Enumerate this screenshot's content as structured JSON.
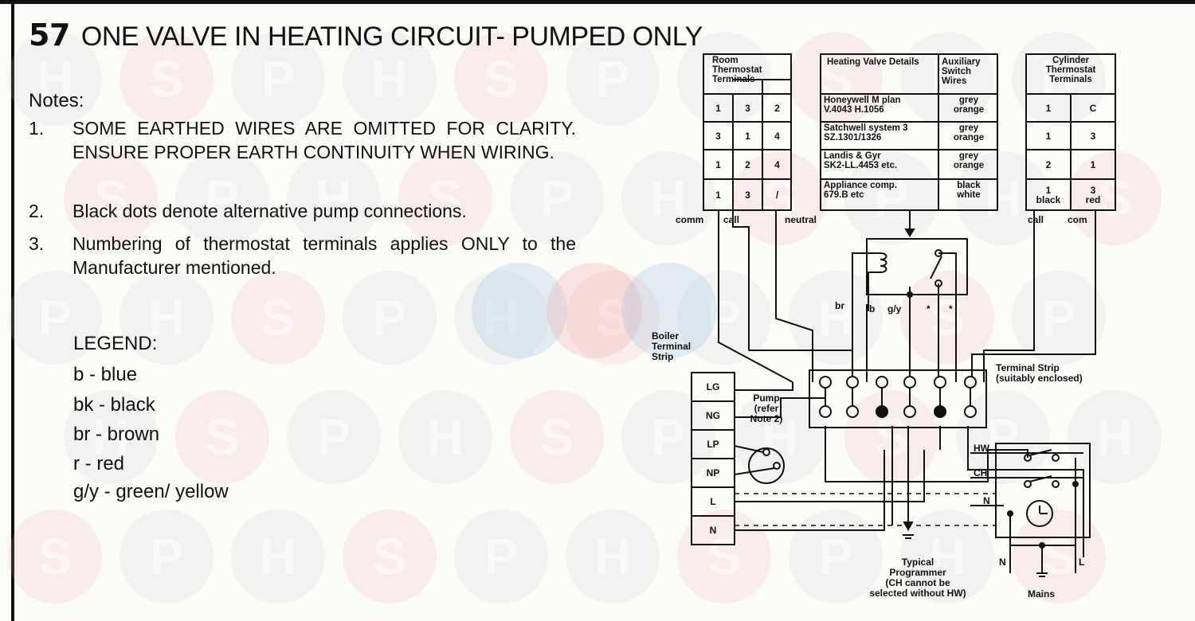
{
  "header": {
    "number": "57",
    "title": "ONE VALVE IN HEATING CIRCUIT- PUMPED ONLY"
  },
  "notes": {
    "heading": "Notes:",
    "items": [
      {
        "num": "1.",
        "text": "SOME EARTHED WIRES ARE OMITTED FOR CLARITY. ENSURE PROPER EARTH CONTINUITY WHEN WIRING."
      },
      {
        "num": "2.",
        "text": "Black dots denote alternative pump connections."
      },
      {
        "num": "3.",
        "text": "Numbering of thermostat terminals applies ONLY to the Manufacturer mentioned."
      }
    ]
  },
  "legend": {
    "heading": "LEGEND:",
    "items": [
      "b - blue",
      "bk - black",
      "br - brown",
      "r - red",
      "g/y - green/ yellow"
    ]
  },
  "watermark": {
    "letters": [
      "H",
      "S",
      "P"
    ]
  },
  "diagram": {
    "room_thermostat": {
      "header": [
        "Room",
        "Thermostat",
        "Terminals"
      ],
      "rows": [
        [
          "1",
          "3",
          "2"
        ],
        [
          "3",
          "1",
          "4"
        ],
        [
          "1",
          "2",
          "4"
        ],
        [
          "1",
          "3",
          "/"
        ]
      ],
      "wire_labels": {
        "comm": "comm",
        "call": "call",
        "neutral": "neutral"
      }
    },
    "valve_table": {
      "headers": {
        "details": "Heating Valve Details",
        "aux": "Auxiliary Switch Wires"
      },
      "rows": [
        {
          "d1": "Honeywell M plan",
          "d2": "V.4043  H.1056",
          "a1": "grey",
          "a2": "orange"
        },
        {
          "d1": "Satchwell system 3",
          "d2": "SZ.1301/1326",
          "a1": "grey",
          "a2": "orange"
        },
        {
          "d1": "Landis & Gyr",
          "d2": "SK2-LL.4453 etc.",
          "a1": "grey",
          "a2": "orange"
        },
        {
          "d1": "Appliance comp.",
          "d2": "679.B etc",
          "a1": "black",
          "a2": "white"
        }
      ]
    },
    "cylinder_thermostat": {
      "header": [
        "Cylinder",
        "Thermostat",
        "Terminals"
      ],
      "rows": [
        [
          "1",
          "C"
        ],
        [
          "1",
          "3"
        ],
        [
          "2",
          "1"
        ],
        [
          "1\nblack",
          "3\nred"
        ]
      ],
      "wire_labels": {
        "call": "call",
        "com": "com"
      }
    },
    "valve_wires": [
      "br",
      "b",
      "g/y",
      "*",
      "*"
    ],
    "boiler_strip": {
      "label": [
        "Boiler",
        "Terminal",
        "Strip"
      ],
      "terminals": [
        "LG",
        "NG",
        "LP",
        "NP",
        "L",
        "N"
      ]
    },
    "pump": {
      "label": [
        "Pump",
        "(refer",
        "Note 2)"
      ]
    },
    "terminal_strip": {
      "label": [
        "Terminal Strip",
        "(suitably enclosed)"
      ]
    },
    "programmer": {
      "terminals": [
        "HW",
        "CH",
        "N"
      ],
      "label": [
        "Typical",
        "Programmer",
        "(CH cannot be",
        "selected without HW)"
      ]
    },
    "mains": {
      "label": "Mains",
      "terminals": [
        "N",
        "L"
      ]
    }
  },
  "colors": {
    "ink": "#111111",
    "paper": "#fbfbf8",
    "watermark_grey": "#c9c9c9",
    "watermark_red": "#f0a5a5",
    "watermark_blue": "#9fc3e0"
  }
}
